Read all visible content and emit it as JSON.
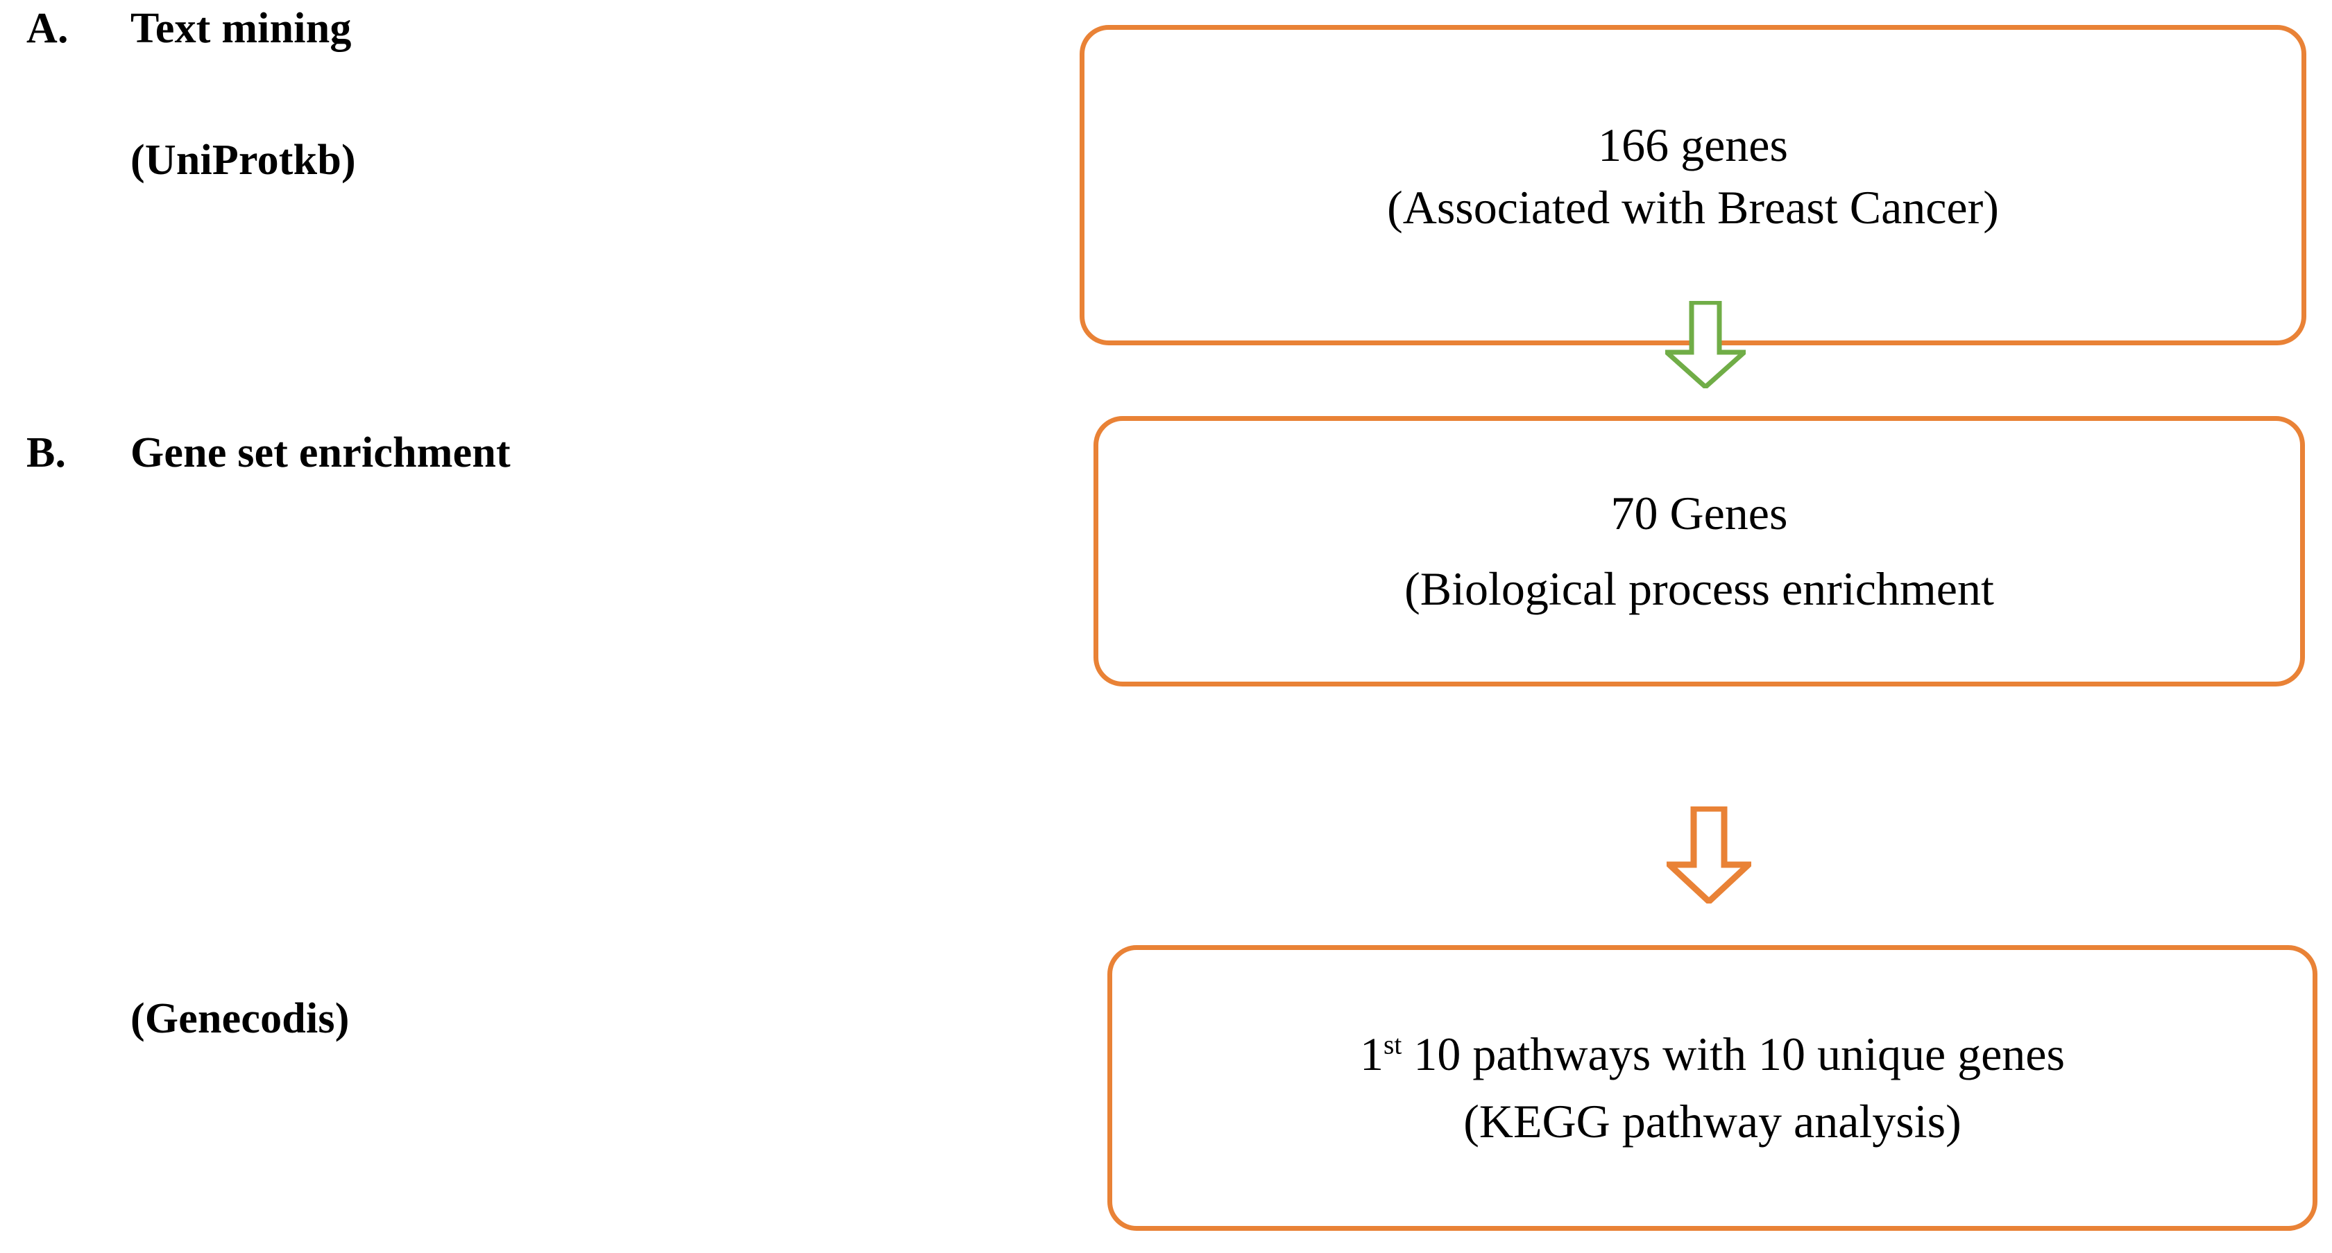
{
  "colors": {
    "orange": "#E98236",
    "green": "#70AD47",
    "text": "#000000",
    "background": "#FFFFFF"
  },
  "left_column": {
    "items": [
      {
        "marker": "A.",
        "title": "Text mining",
        "source": "(UniProtkb)"
      },
      {
        "marker": "B.",
        "title": "Gene set enrichment",
        "source": "(Genecodis)"
      }
    ]
  },
  "flow": {
    "boxes": [
      {
        "id": "genes",
        "line1": "166 genes",
        "line2": "(Associated with Breast Cancer)"
      },
      {
        "id": "enrichment",
        "line1": "70 Genes",
        "line2": "(Biological process enrichment"
      },
      {
        "id": "pathways",
        "line1_prefix": "1",
        "line1_sup": "st",
        "line1_rest": " 10 pathways with 10 unique genes",
        "line2": "(KEGG pathway analysis)"
      }
    ],
    "connectors": [
      {
        "id": "arrow-green",
        "icon": "down-arrow-icon",
        "color": "#70AD47",
        "from": "genes",
        "to": "enrichment"
      },
      {
        "id": "arrow-orange",
        "icon": "down-arrow-icon",
        "color": "#E98236",
        "from": "enrichment",
        "to": "pathways"
      }
    ]
  }
}
